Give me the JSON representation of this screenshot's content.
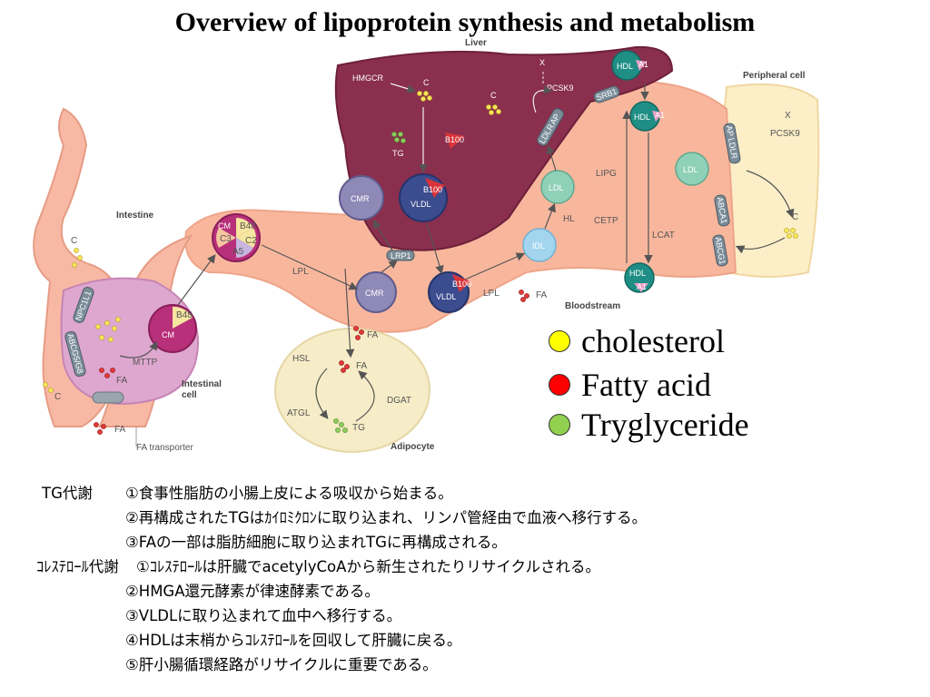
{
  "title": "Overview of lipoprotein synthesis and metabolism",
  "diagram": {
    "regions": {
      "liver": "Liver",
      "intestine": "Intestine",
      "intestinal_cell": [
        "Intestinal",
        "cell"
      ],
      "peripheral_cell": "Peripheral cell",
      "bloodstream": "Bloodstream",
      "adipocyte": "Adipocyte"
    },
    "particles": {
      "hdl": "HDL",
      "a1": "A1",
      "ldl": "LDL",
      "idl": "IDL",
      "vldl": "VLDL",
      "cmr": "CMR",
      "cm": "CM",
      "b48": "B48",
      "b100": "B100",
      "c2": "C2",
      "c3": "C3",
      "a5": "A5"
    },
    "receptors": {
      "srb1": "SRB1",
      "ldlr": "LDLR",
      "ap": "AP",
      "lrp1": "LRP1",
      "npc1l1": "NPC1L1",
      "abcg5g8": "ABCG5/G8",
      "abca1": "ABCA1",
      "abcg1": "ABCG1"
    },
    "labels": {
      "hmgcr": "HMGCR",
      "pcsk9": "PCSK9",
      "x": "X",
      "c": "C",
      "tg": "TG",
      "fa": "FA",
      "lipg": "LIPG",
      "cetp": "CETP",
      "lcat": "LCAT",
      "hl": "HL",
      "lpl": "LPL",
      "mttp": "MTTP",
      "hsl": "HSL",
      "atgl": "ATGL",
      "dgat": "DGAT",
      "fa_transporter": "FA transporter"
    }
  },
  "legend": [
    {
      "label": "cholesterol",
      "color": "#ffff00"
    },
    {
      "label": "Fatty acid",
      "color": "#ff0000"
    },
    {
      "label": "Tryglyceride",
      "color": "#92d050"
    }
  ],
  "notes": {
    "tg_head": "TG代謝",
    "tg_lines": [
      "①食事性脂肪の小腸上皮による吸収から始まる。",
      "②再構成されたTGはｶｲﾛﾐｸﾛﾝに取り込まれ、リンパ管経由で血液へ移行する。",
      "③FAの一部は脂肪細胞に取り込まれTGに再構成される。"
    ],
    "chol_head": "ｺﾚｽﾃﾛｰﾙ代謝",
    "chol_lines": [
      "①ｺﾚｽﾃﾛｰﾙは肝臓でacetylyCoAから新生されたりリサイクルされる。",
      "②HMGA還元酵素が律速酵素である。",
      "③VLDLに取り込まれて血中へ移行する。",
      "④HDLは末梢からｺﾚｽﾃﾛｰﾙを回収して肝臓に戻る。",
      "⑤肝小腸循環経路がリサイクルに重要である。"
    ]
  }
}
